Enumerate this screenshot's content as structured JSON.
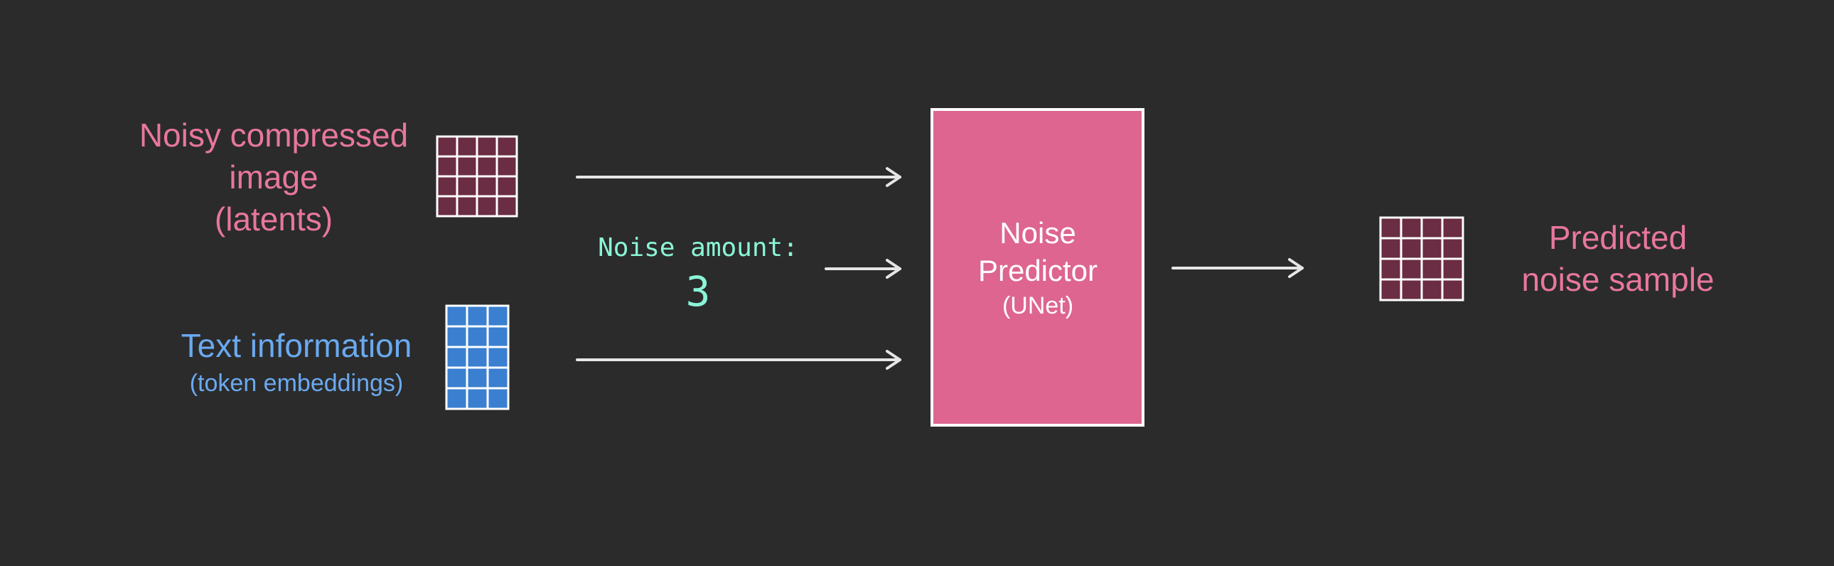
{
  "inputs": {
    "latents": {
      "label_lines": [
        "Noisy compressed",
        "image",
        "(latents)"
      ],
      "color": "#e8779c",
      "grid_fill": "#6b2d43",
      "grid_rows": 4,
      "grid_cols": 4
    },
    "text": {
      "label": "Text information",
      "sublabel": "(token embeddings)",
      "color": "#6aaaf0",
      "grid_fill": "#3a7fd0",
      "grid_rows": 5,
      "grid_cols": 3
    },
    "noise_amount": {
      "label": "Noise amount:",
      "value": "3",
      "color": "#8af5d6"
    }
  },
  "predictor": {
    "title_lines": [
      "Noise",
      "Predictor"
    ],
    "subtitle": "(UNet)",
    "fill": "#dd658f",
    "border": "#ffffff"
  },
  "output": {
    "label_lines": [
      "Predicted",
      "noise sample"
    ],
    "color": "#e8779c",
    "grid_fill": "#6b2d43",
    "grid_rows": 4,
    "grid_cols": 4
  }
}
